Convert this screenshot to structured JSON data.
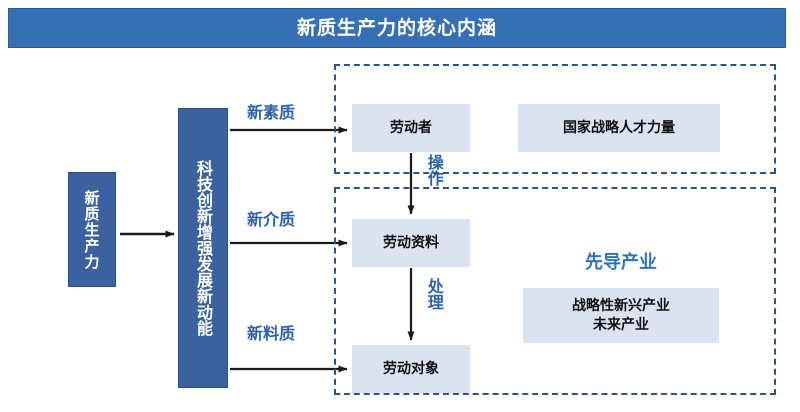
{
  "header": {
    "title": "新质生产力的核心内涵",
    "bar_color": "#3570b5",
    "text_color": "#ffffff"
  },
  "palette": {
    "deep_blue_box": "#3b619f",
    "light_box": "#dbe3f1",
    "dashed_border": "#2f5584",
    "blue_label": "#2f63a8",
    "blue_heading": "#2f73bf",
    "arrow_black": "#1a1a1a"
  },
  "stages": {
    "source": {
      "label": "新质生产力",
      "orientation": "vertical"
    },
    "driver": {
      "label": "科技创新增强发展新动能",
      "orientation": "vertical"
    }
  },
  "connectors": {
    "source_to_driver": {
      "label": "",
      "direction": "right"
    },
    "branches": [
      {
        "label": "新素质",
        "target": "劳动者"
      },
      {
        "label": "新介质",
        "target": "劳动资料"
      },
      {
        "label": "新料质",
        "target": "劳动对象"
      }
    ],
    "vertical": [
      {
        "label": "操作",
        "from": "劳动者",
        "to": "劳动资料"
      },
      {
        "label": "处理",
        "from": "劳动资料",
        "to": "劳动对象"
      }
    ]
  },
  "groups": [
    {
      "name": "top-group",
      "boxes": [
        {
          "label": "劳动者"
        },
        {
          "label": "国家战略人才力量"
        }
      ]
    },
    {
      "name": "bottom-group",
      "heading": "先导产业",
      "boxes": [
        {
          "label": "劳动资料"
        },
        {
          "label": "劳动对象"
        },
        {
          "label": "战略性新兴产业\n未来产业",
          "line1": "战略性新兴产业",
          "line2": "未来产业"
        }
      ]
    }
  ]
}
